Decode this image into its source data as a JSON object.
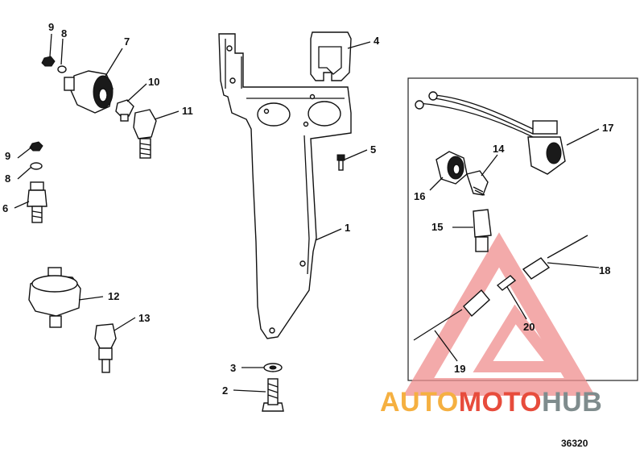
{
  "figure_number": "36320",
  "watermark": {
    "part1": "AUTO",
    "part2": "MOTO",
    "part3": "HUB",
    "color1": "#f5b041",
    "color2": "#e74c3c",
    "color3": "#7f8c8d"
  },
  "callouts": {
    "c1": "1",
    "c2": "2",
    "c3": "3",
    "c4": "4",
    "c5": "5",
    "c6": "6",
    "c7": "7",
    "c8a": "8",
    "c8b": "8",
    "c9a": "9",
    "c9b": "9",
    "c10": "10",
    "c11": "11",
    "c12": "12",
    "c13": "13",
    "c14": "14",
    "c15": "15",
    "c16": "16",
    "c17": "17",
    "c18": "18",
    "c19": "19",
    "c20": "20"
  }
}
